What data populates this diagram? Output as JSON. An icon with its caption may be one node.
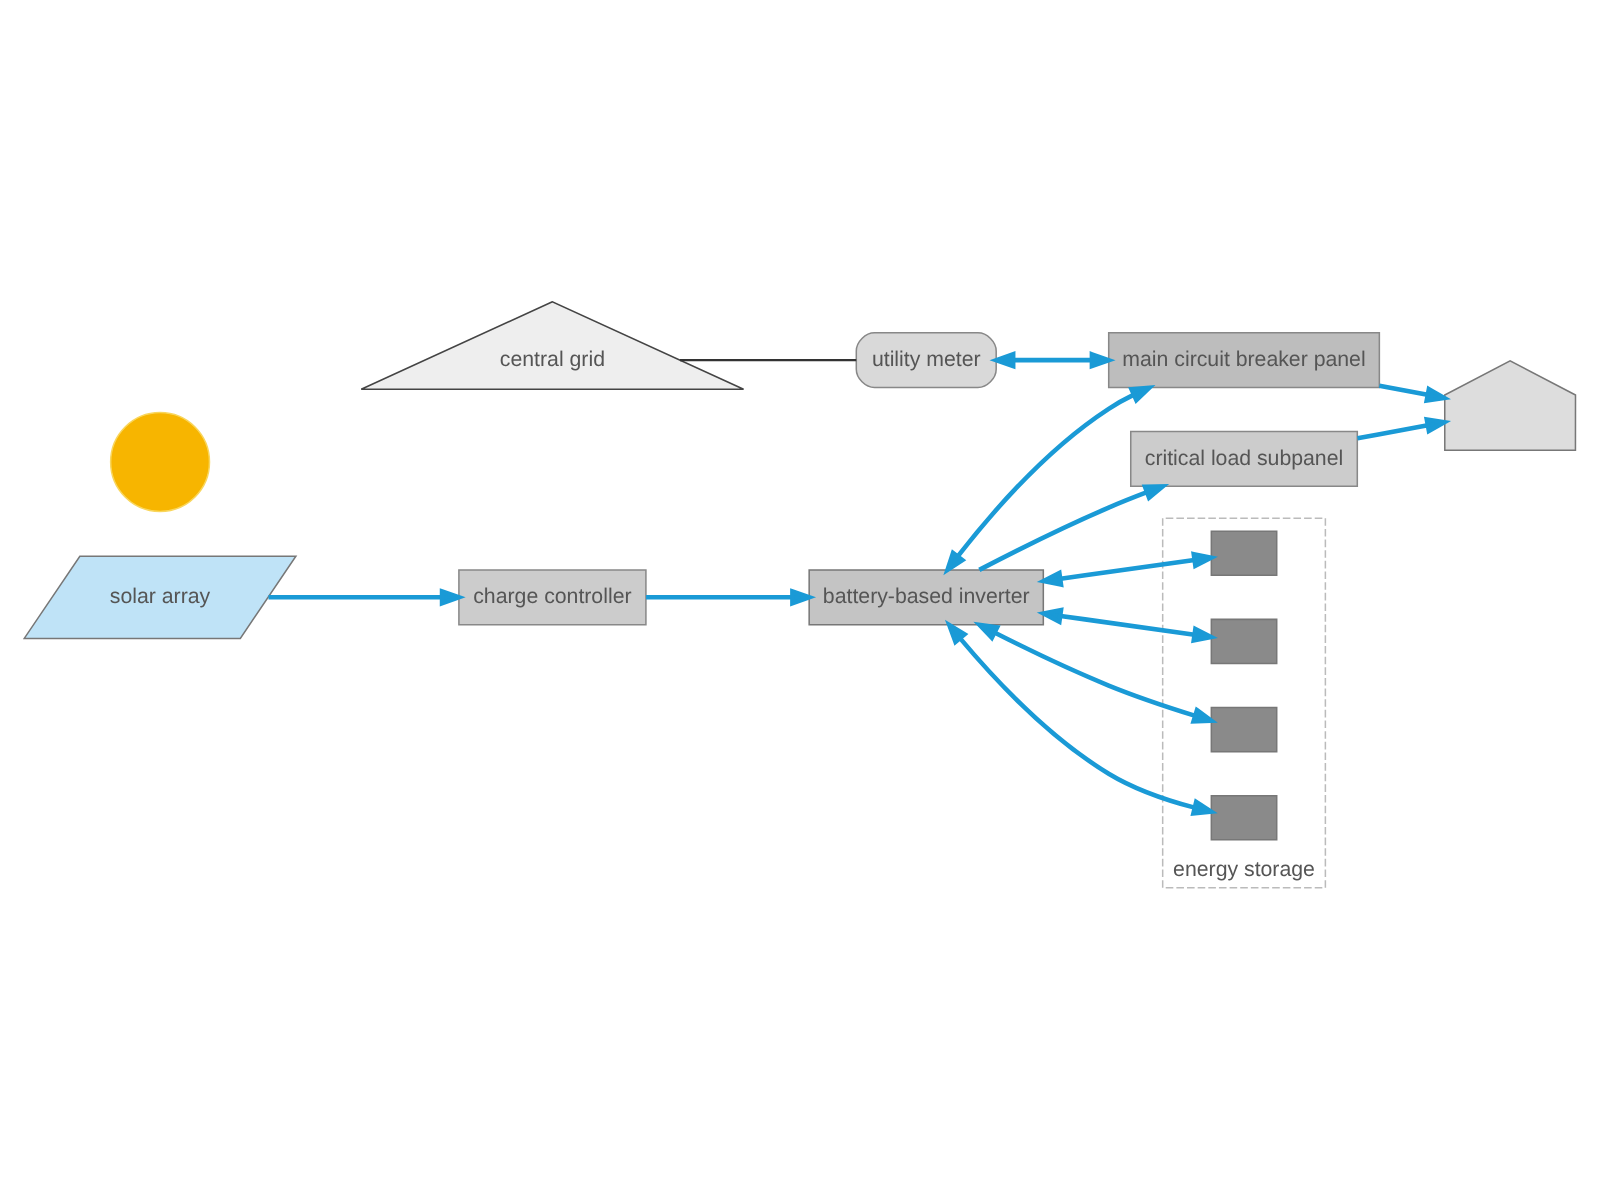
{
  "diagram": {
    "nodes": [
      {
        "text": [
          "central grid"
        ]
      },
      {
        "text": [
          "utility meter"
        ]
      },
      {
        "text": [
          "main circuit breaker panel"
        ]
      },
      {
        "text": [],
        "shape": "circle"
      },
      {
        "text": [
          "solar array"
        ]
      },
      {
        "text": [
          "charge controller"
        ]
      },
      {
        "text": [
          "battery-based inverter"
        ]
      },
      {
        "text": [],
        "shape": "house"
      },
      {
        "text": [
          "critical load subpanel"
        ]
      },
      {
        "text": [
          "energy storage"
        ]
      },
      {
        "text": [],
        "shape": "box",
        "in": 9
      },
      {
        "text": [],
        "shape": "box",
        "in": 9
      },
      {
        "text": [],
        "shape": "box",
        "in": 9
      },
      {
        "text": [],
        "shape": "box",
        "in": 9
      }
    ],
    "edges": [
      {
        "from": 0,
        "to": 1,
        "arrow": "none",
        "color": "#333333"
      },
      {
        "from": 1,
        "to": 2,
        "arrow": "both"
      },
      {
        "from": 6,
        "to": 2,
        "arrow": "both"
      },
      {
        "from": 2,
        "to": 7,
        "arrow": "to"
      },
      {
        "from": 4,
        "to": 5,
        "arrow": "to"
      },
      {
        "from": 5,
        "to": 6,
        "arrow": "to"
      },
      {
        "from": 6,
        "to": 8,
        "arrow": "to"
      },
      {
        "from": 8,
        "to": 7,
        "arrow": "to"
      },
      {
        "from": 6,
        "to": 10,
        "arrow": "both"
      },
      {
        "from": 6,
        "to": 11,
        "arrow": "both"
      },
      {
        "from": 6,
        "to": 12,
        "arrow": "both"
      },
      {
        "from": 6,
        "to": 13,
        "arrow": "both"
      }
    ]
  }
}
